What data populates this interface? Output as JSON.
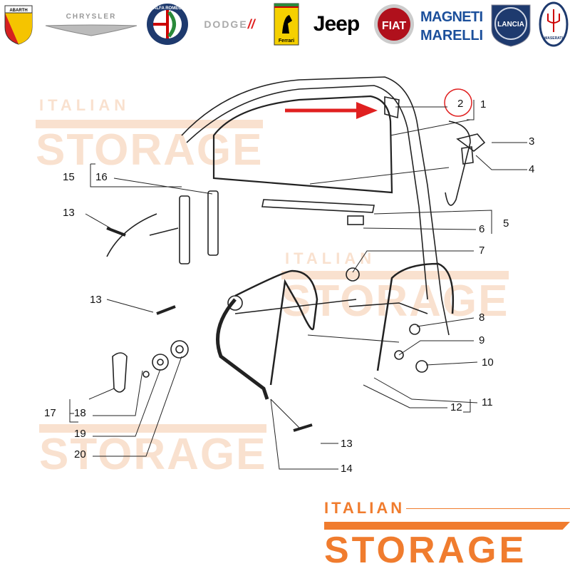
{
  "brand_logos": [
    {
      "name": "ABARTH",
      "color": "#d62020"
    },
    {
      "name": "CHRYSLER",
      "color": "#9a9a9a"
    },
    {
      "name": "ALFA ROMEO",
      "color": "#1e3a6e"
    },
    {
      "name": "DODGE",
      "color": "#9a9a9a"
    },
    {
      "name": "Ferrari",
      "color": "#f5d000"
    },
    {
      "name": "Jeep",
      "color": "#000000"
    },
    {
      "name": "FIAT",
      "color": "#b0101c"
    },
    {
      "name": "MAGNETI MARELLI",
      "color": "#1b4f9b"
    },
    {
      "name": "LANCIA",
      "color": "#1e3a6e"
    },
    {
      "name": "MASERATI",
      "color": "#1e3a6e"
    }
  ],
  "watermark": {
    "line1": "ITALIAN",
    "line2": "STORAGE"
  },
  "brand": {
    "line1": "ITALIAN",
    "line2": "STORAGE",
    "color": "#f07c2e"
  },
  "highlight": {
    "part": "2",
    "color": "#e02020"
  },
  "callouts": [
    "1",
    "2",
    "3",
    "4",
    "5",
    "6",
    "7",
    "8",
    "9",
    "10",
    "11",
    "12",
    "13",
    "13",
    "13",
    "14",
    "15",
    "16",
    "17",
    "18",
    "19",
    "20"
  ]
}
